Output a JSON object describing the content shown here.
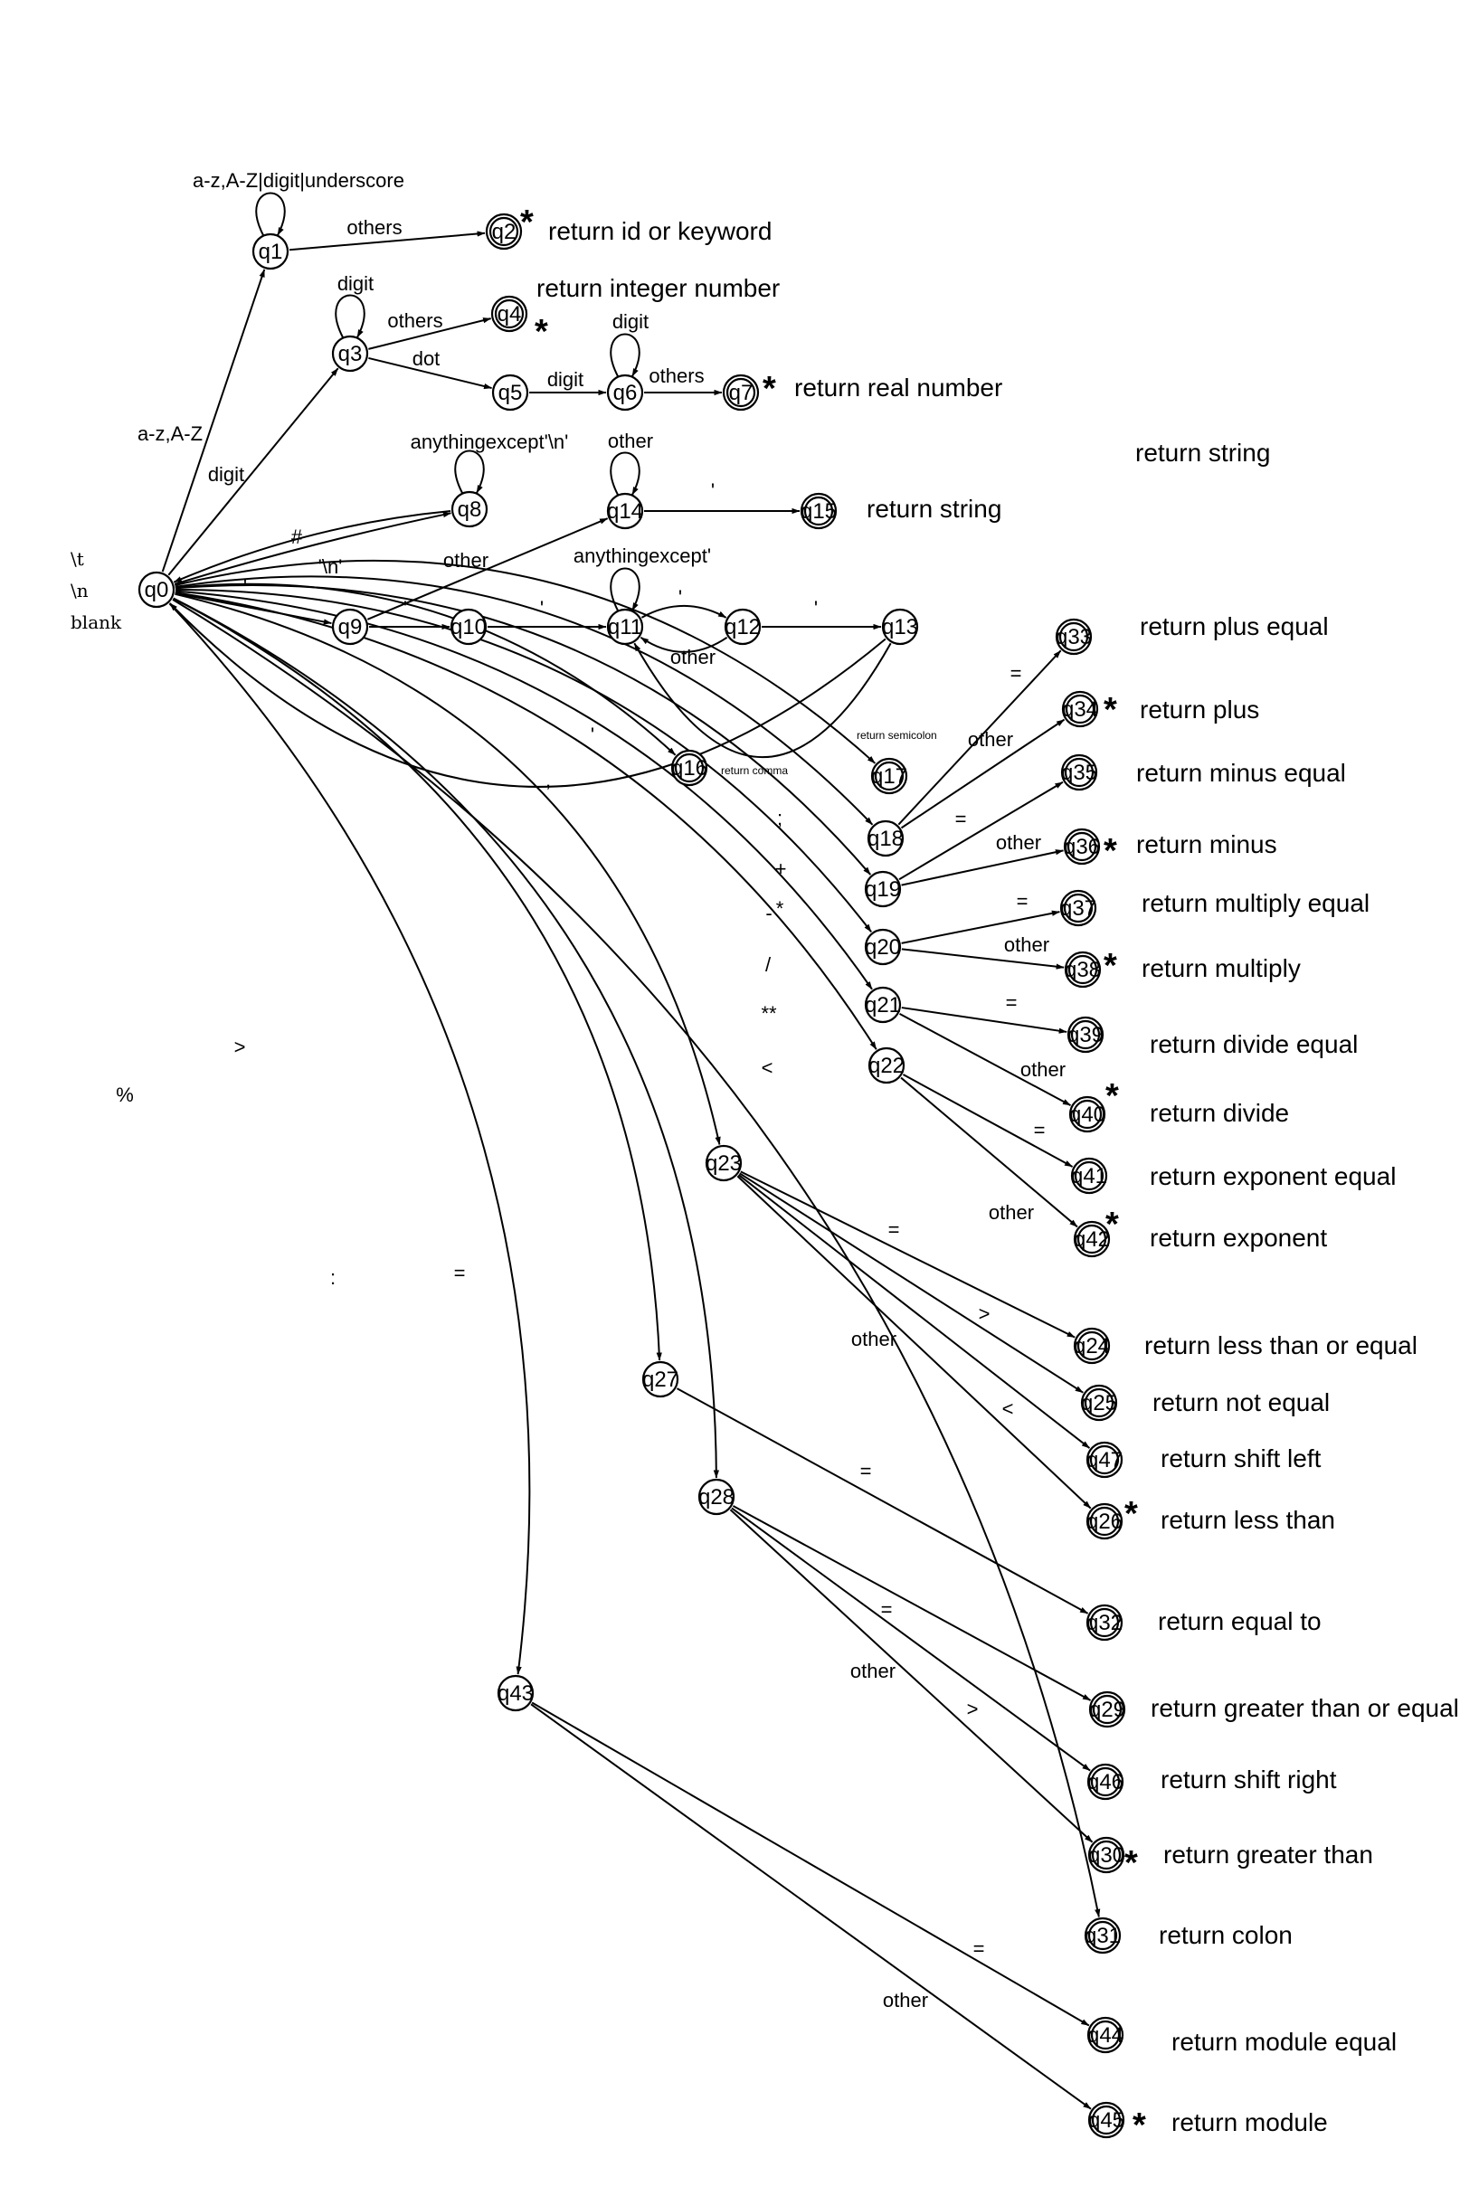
{
  "whitespace": [
    "\\t",
    "\\n",
    "blank"
  ],
  "states": [
    {
      "id": "q0",
      "label": "q0",
      "final": false
    },
    {
      "id": "q1",
      "label": "q1",
      "final": false
    },
    {
      "id": "q2",
      "label": "q2",
      "final": true,
      "star": true,
      "note": "return id or keyword"
    },
    {
      "id": "q3",
      "label": "q3",
      "final": false
    },
    {
      "id": "q4",
      "label": "q4",
      "final": true,
      "star": true,
      "note": "return integer number"
    },
    {
      "id": "q5",
      "label": "q5",
      "final": false
    },
    {
      "id": "q6",
      "label": "q6",
      "final": false
    },
    {
      "id": "q7",
      "label": "q7",
      "final": true,
      "star": true,
      "note": "return real number"
    },
    {
      "id": "q8",
      "label": "q8",
      "final": false
    },
    {
      "id": "q9",
      "label": "q9",
      "final": false
    },
    {
      "id": "q10",
      "label": "q10",
      "final": false
    },
    {
      "id": "q11",
      "label": "q11",
      "final": false
    },
    {
      "id": "q12",
      "label": "q12",
      "final": false
    },
    {
      "id": "q13",
      "label": "q13",
      "final": false
    },
    {
      "id": "q14",
      "label": "q14",
      "final": false
    },
    {
      "id": "q15",
      "label": "q15",
      "final": true,
      "note": "return string"
    },
    {
      "id": "q16",
      "label": "q16",
      "final": true,
      "small_note": "return comma"
    },
    {
      "id": "q17",
      "label": "q17",
      "final": true,
      "small_note": "return semicolon"
    },
    {
      "id": "q18",
      "label": "q18",
      "final": false
    },
    {
      "id": "q19",
      "label": "q19",
      "final": false
    },
    {
      "id": "q20",
      "label": "q20",
      "final": false
    },
    {
      "id": "q21",
      "label": "q21",
      "final": false
    },
    {
      "id": "q22",
      "label": "q22",
      "final": false
    },
    {
      "id": "q23",
      "label": "q23",
      "final": false
    },
    {
      "id": "q24",
      "label": "q24",
      "final": true,
      "note": "return less than or equal"
    },
    {
      "id": "q25",
      "label": "q25",
      "final": true,
      "note": "return not equal"
    },
    {
      "id": "q26",
      "label": "q26",
      "final": true,
      "star": true,
      "note": "return less than"
    },
    {
      "id": "q27",
      "label": "q27",
      "final": false
    },
    {
      "id": "q28",
      "label": "q28",
      "final": false
    },
    {
      "id": "q29",
      "label": "q29",
      "final": true,
      "note": "return greater than or equal"
    },
    {
      "id": "q30",
      "label": "q30",
      "final": true,
      "star": true,
      "note": "return greater than"
    },
    {
      "id": "q31",
      "label": "q31",
      "final": true,
      "note": "return colon"
    },
    {
      "id": "q32",
      "label": "q32",
      "final": true,
      "note": "return equal to"
    },
    {
      "id": "q33",
      "label": "q33",
      "final": true,
      "note": "return plus equal"
    },
    {
      "id": "q34",
      "label": "q34",
      "final": true,
      "star": true,
      "note": "return plus"
    },
    {
      "id": "q35",
      "label": "q35",
      "final": true,
      "note": "return minus equal"
    },
    {
      "id": "q36",
      "label": "q36",
      "final": true,
      "star": true,
      "note": "return minus"
    },
    {
      "id": "q37",
      "label": "q37",
      "final": true,
      "note": "return multiply equal"
    },
    {
      "id": "q38",
      "label": "q38",
      "final": true,
      "star": true,
      "note": "return multiply"
    },
    {
      "id": "q39",
      "label": "q39",
      "final": true,
      "note": "return divide equal"
    },
    {
      "id": "q40",
      "label": "q40",
      "final": true,
      "star": true,
      "note": "return divide"
    },
    {
      "id": "q41",
      "label": "q41",
      "final": true,
      "note": "return exponent equal"
    },
    {
      "id": "q42",
      "label": "q42",
      "final": true,
      "star": true,
      "note": "return exponent"
    },
    {
      "id": "q43",
      "label": "q43",
      "final": false
    },
    {
      "id": "q44",
      "label": "q44",
      "final": true,
      "note": "return module equal"
    },
    {
      "id": "q45",
      "label": "q45",
      "final": true,
      "star": true,
      "note": "return module"
    },
    {
      "id": "q46",
      "label": "q46",
      "final": true,
      "note": "return shift right"
    },
    {
      "id": "q47",
      "label": "q47",
      "final": true,
      "note": "return shift left"
    }
  ],
  "loose_note": "return string",
  "transitions": [
    {
      "from": "q1",
      "to": "q1",
      "label": "a-z,A-Z|digit|underscore"
    },
    {
      "from": "q1",
      "to": "q2",
      "label": "others"
    },
    {
      "from": "q0",
      "to": "q1",
      "label": "a-z,A-Z"
    },
    {
      "from": "q3",
      "to": "q3",
      "label": "digit"
    },
    {
      "from": "q3",
      "to": "q4",
      "label": "others"
    },
    {
      "from": "q3",
      "to": "q5",
      "label": "dot"
    },
    {
      "from": "q0",
      "to": "q3",
      "label": "digit"
    },
    {
      "from": "q5",
      "to": "q6",
      "label": "digit"
    },
    {
      "from": "q6",
      "to": "q6",
      "label": "digit"
    },
    {
      "from": "q6",
      "to": "q7",
      "label": "others"
    },
    {
      "from": "q8",
      "to": "q8",
      "label": "anythingexcept'\\n'"
    },
    {
      "from": "q0",
      "to": "q8",
      "label": "#"
    },
    {
      "from": "q8",
      "to": "q0",
      "label": "'\\n'"
    },
    {
      "from": "q14",
      "to": "q14",
      "label": "other"
    },
    {
      "from": "q14",
      "to": "q15",
      "label": "'"
    },
    {
      "from": "q9",
      "to": "q14",
      "label": "other"
    },
    {
      "from": "q0",
      "to": "q9",
      "label": "'"
    },
    {
      "from": "q9",
      "to": "q10",
      "label": "'"
    },
    {
      "from": "q10",
      "to": "q11",
      "label": "'"
    },
    {
      "from": "q11",
      "to": "q11",
      "label": "anythingexcept'"
    },
    {
      "from": "q11",
      "to": "q12",
      "label": "'"
    },
    {
      "from": "q12",
      "to": "q11",
      "label": "other"
    },
    {
      "from": "q12",
      "to": "q13",
      "label": "'"
    },
    {
      "from": "q13",
      "to": "q11",
      "label": ""
    },
    {
      "from": "q13",
      "to": "q0",
      "label": "'"
    },
    {
      "from": "q0",
      "to": "q16",
      "label": ","
    },
    {
      "from": "q0",
      "to": "q17",
      "label": ";"
    },
    {
      "from": "q0",
      "to": "q18",
      "label": "+"
    },
    {
      "from": "q18",
      "to": "q33",
      "label": "="
    },
    {
      "from": "q18",
      "to": "q34",
      "label": "other"
    },
    {
      "from": "q0",
      "to": "q19",
      "label": "-"
    },
    {
      "from": "q19",
      "to": "q35",
      "label": "="
    },
    {
      "from": "q19",
      "to": "q36",
      "label": "other"
    },
    {
      "from": "q0",
      "to": "q20",
      "label": "*"
    },
    {
      "from": "q20",
      "to": "q37",
      "label": "="
    },
    {
      "from": "q20",
      "to": "q38",
      "label": "other"
    },
    {
      "from": "q0",
      "to": "q21",
      "label": "/"
    },
    {
      "from": "q21",
      "to": "q39",
      "label": "="
    },
    {
      "from": "q21",
      "to": "q40",
      "label": "other"
    },
    {
      "from": "q0",
      "to": "q22",
      "label": "**"
    },
    {
      "from": "q22",
      "to": "q41",
      "label": "="
    },
    {
      "from": "q22",
      "to": "q42",
      "label": "other"
    },
    {
      "from": "q0",
      "to": "q23",
      "label": "<"
    },
    {
      "from": "q23",
      "to": "q24",
      "label": "="
    },
    {
      "from": "q23",
      "to": "q25",
      "label": ">"
    },
    {
      "from": "q23",
      "to": "q47",
      "label": "<"
    },
    {
      "from": "q23",
      "to": "q26",
      "label": "other"
    },
    {
      "from": "q0",
      "to": "q27",
      "label": "="
    },
    {
      "from": "q27",
      "to": "q32",
      "label": "="
    },
    {
      "from": "q0",
      "to": "q28",
      "label": ">"
    },
    {
      "from": "q28",
      "to": "q29",
      "label": "="
    },
    {
      "from": "q28",
      "to": "q46",
      "label": ">"
    },
    {
      "from": "q28",
      "to": "q30",
      "label": "other"
    },
    {
      "from": "q0",
      "to": "q31",
      "label": ":"
    },
    {
      "from": "q0",
      "to": "q43",
      "label": "%"
    },
    {
      "from": "q43",
      "to": "q44",
      "label": "="
    },
    {
      "from": "q43",
      "to": "q45",
      "label": "other"
    }
  ]
}
